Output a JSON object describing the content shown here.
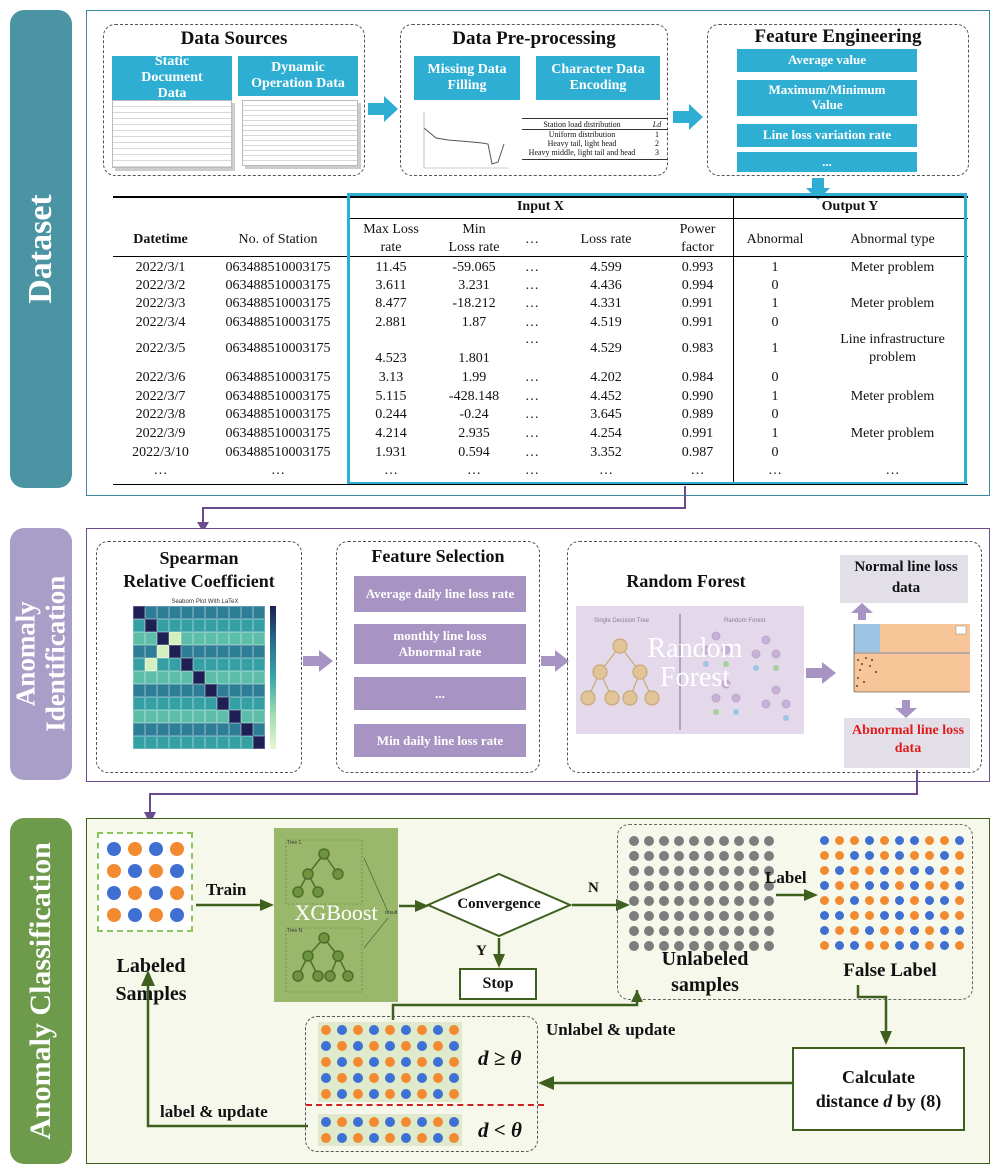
{
  "sections": {
    "dataset": {
      "label": "Dataset"
    },
    "identification": {
      "label_line1": "Anomaly",
      "label_line2": "Identification"
    },
    "classification": {
      "label": "Anomaly Classification"
    }
  },
  "dataset": {
    "data_sources": {
      "title": "Data Sources",
      "static_label": "Static Document Data",
      "dynamic_label": "Dynamic Operation Data"
    },
    "preprocessing": {
      "title": "Data Pre-processing",
      "missing_label": "Missing Data Filling",
      "char_label": "Character Data Encoding",
      "mini_table": {
        "header": "Station load distribution",
        "header_col": "Ld",
        "rows": [
          {
            "name": "Uniform distribution",
            "val": "1"
          },
          {
            "name": "Heavy tail, light head",
            "val": "2"
          },
          {
            "name": "Heavy middle, light tail and head",
            "val": "3"
          }
        ]
      }
    },
    "feature_eng": {
      "title": "Feature Engineering",
      "items": [
        "Average value",
        "Maximum/Minimum Value",
        "Line loss variation rate",
        "..."
      ]
    },
    "table": {
      "group_input": "Input X",
      "group_output": "Output Y",
      "headers": [
        "Datetime",
        "No. of Station",
        "Max Loss rate",
        "Min Loss rate",
        "…",
        "Loss rate",
        "Power factor",
        "Abnormal",
        "Abnormal type"
      ],
      "rows": [
        [
          "2022/3/1",
          "063488510003175",
          "11.45",
          "-59.065",
          "…",
          "4.599",
          "0.993",
          "1",
          "Meter problem"
        ],
        [
          "2022/3/2",
          "063488510003175",
          "3.611",
          "3.231",
          "…",
          "4.436",
          "0.994",
          "0",
          ""
        ],
        [
          "2022/3/3",
          "063488510003175",
          "8.477",
          "-18.212",
          "…",
          "4.331",
          "0.991",
          "1",
          "Meter problem"
        ],
        [
          "2022/3/4",
          "063488510003175",
          "2.881",
          "1.87",
          "…",
          "4.519",
          "0.991",
          "0",
          ""
        ],
        [
          "2022/3/5",
          "063488510003175",
          "4.523",
          "1.801",
          "…",
          "4.529",
          "0.983",
          "1",
          "Line infrastructure problem"
        ],
        [
          "2022/3/6",
          "063488510003175",
          "3.13",
          "1.99",
          "…",
          "4.202",
          "0.984",
          "0",
          ""
        ],
        [
          "2022/3/7",
          "063488510003175",
          "5.115",
          "-428.148",
          "…",
          "4.452",
          "0.990",
          "1",
          "Meter problem"
        ],
        [
          "2022/3/8",
          "063488510003175",
          "0.244",
          "-0.24",
          "…",
          "3.645",
          "0.989",
          "0",
          ""
        ],
        [
          "2022/3/9",
          "063488510003175",
          "4.214",
          "2.935",
          "…",
          "4.254",
          "0.991",
          "1",
          "Meter problem"
        ],
        [
          "2022/3/10",
          "063488510003175",
          "1.931",
          "0.594",
          "…",
          "3.352",
          "0.987",
          "0",
          ""
        ],
        [
          "…",
          "…",
          "…",
          "…",
          "…",
          "…",
          "…",
          "…",
          "…"
        ]
      ]
    }
  },
  "identification": {
    "spearman": {
      "title_line1": "Spearman",
      "title_line2": "Relative Coefficient",
      "heatmap_title": "Seaborn Plot With LaTeX"
    },
    "feature_selection": {
      "title": "Feature Selection",
      "items": [
        "Average daily line loss rate",
        "monthly line loss Abnormal rate",
        "...",
        "Min daily line loss rate"
      ]
    },
    "random_forest": {
      "title": "Random Forest",
      "watermark": "Random Forest",
      "sub_left": "Single Decision Tree",
      "sub_right": "Random Forest"
    },
    "normal_label": "Normal line loss data",
    "abnormal_label": "Abnormal line loss data"
  },
  "classification": {
    "labeled_label": "Labeled Samples",
    "train_label": "Train",
    "xgboost_label": "XGBoost",
    "tree1_label": "Tree 1",
    "treeN_label": "Tree N",
    "result_label": "result",
    "convergence_label": "Convergence",
    "n_label": "N",
    "y_label": "Y",
    "stop_label": "Stop",
    "unlabeled_label": "Unlabeled samples",
    "label_label": "Label",
    "false_label": "False Label",
    "calc_label_1": "Calculate",
    "calc_label_2": "distance",
    "calc_var": "d",
    "calc_label_3": "by (8)",
    "unlabel_update": "Unlabel & update",
    "label_update": "label & update",
    "cond_ge": "d ≥ θ",
    "cond_lt": "d < θ"
  },
  "colors": {
    "teal": "#2eaed2",
    "side_teal": "#4a94a4",
    "purple": "#a894c2",
    "side_purple": "#a99ec8",
    "green": "#6d9a4b",
    "dot_blue": "#3f6fd1",
    "dot_orange": "#f28a30",
    "dot_gray": "#7d7d7d",
    "abnormal_red": "#e01b1b"
  }
}
